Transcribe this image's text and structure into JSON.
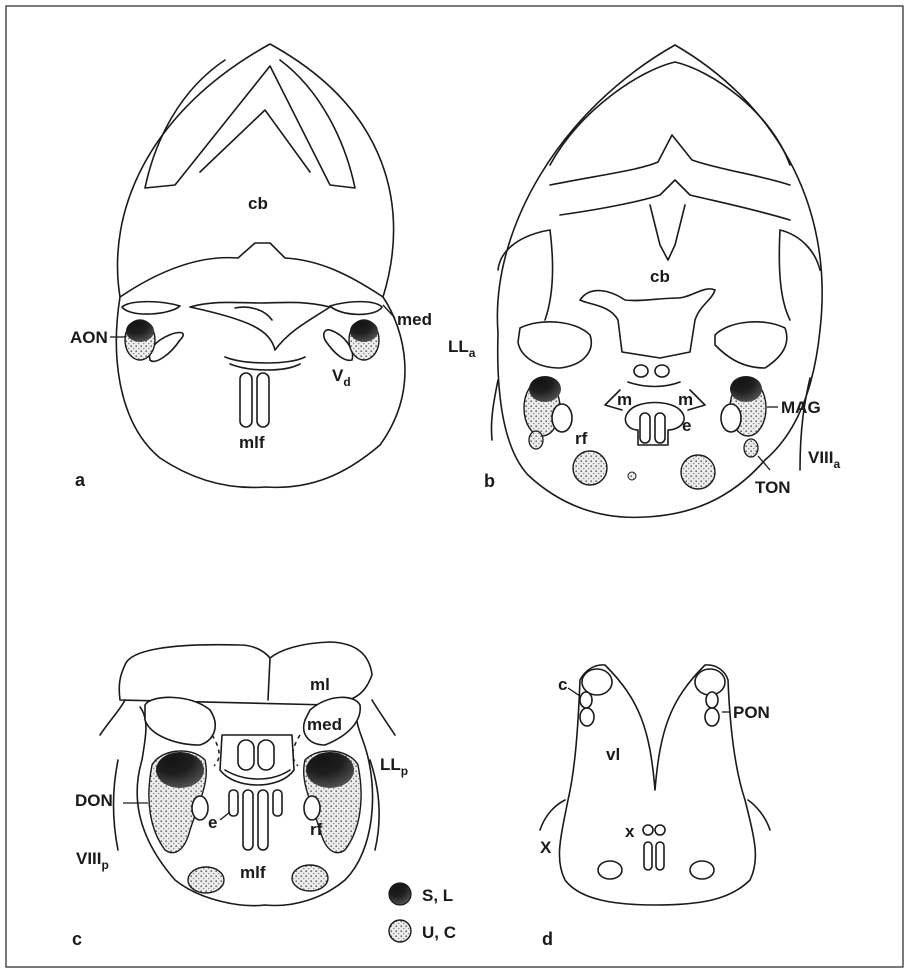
{
  "panels": {
    "a": "a",
    "b": "b",
    "c": "c",
    "d": "d"
  },
  "labels": {
    "cb": "cb",
    "aon": "AON",
    "med": "med",
    "v": "V",
    "v_sub": "d",
    "mlf": "mlf",
    "ll": "LL",
    "ll_a_sub": "a",
    "ll_p_sub": "p",
    "m": "m",
    "e": "e",
    "rf": "rf",
    "mag": "MAG",
    "viii": "VIII",
    "viii_a_sub": "a",
    "viii_p_sub": "p",
    "ton": "TON",
    "ml": "ml",
    "don": "DON",
    "c_small": "c",
    "vl": "vl",
    "pon": "PON",
    "x_upper": "X",
    "x_lower": "x"
  },
  "legend": {
    "items": [
      {
        "label": "S, L",
        "fill": "dark"
      },
      {
        "label": "U, C",
        "fill": "stippled"
      }
    ]
  },
  "colors": {
    "ink": "#1a1a1a",
    "dark_fill": "#141414",
    "stipple": "#9a9a9a"
  }
}
